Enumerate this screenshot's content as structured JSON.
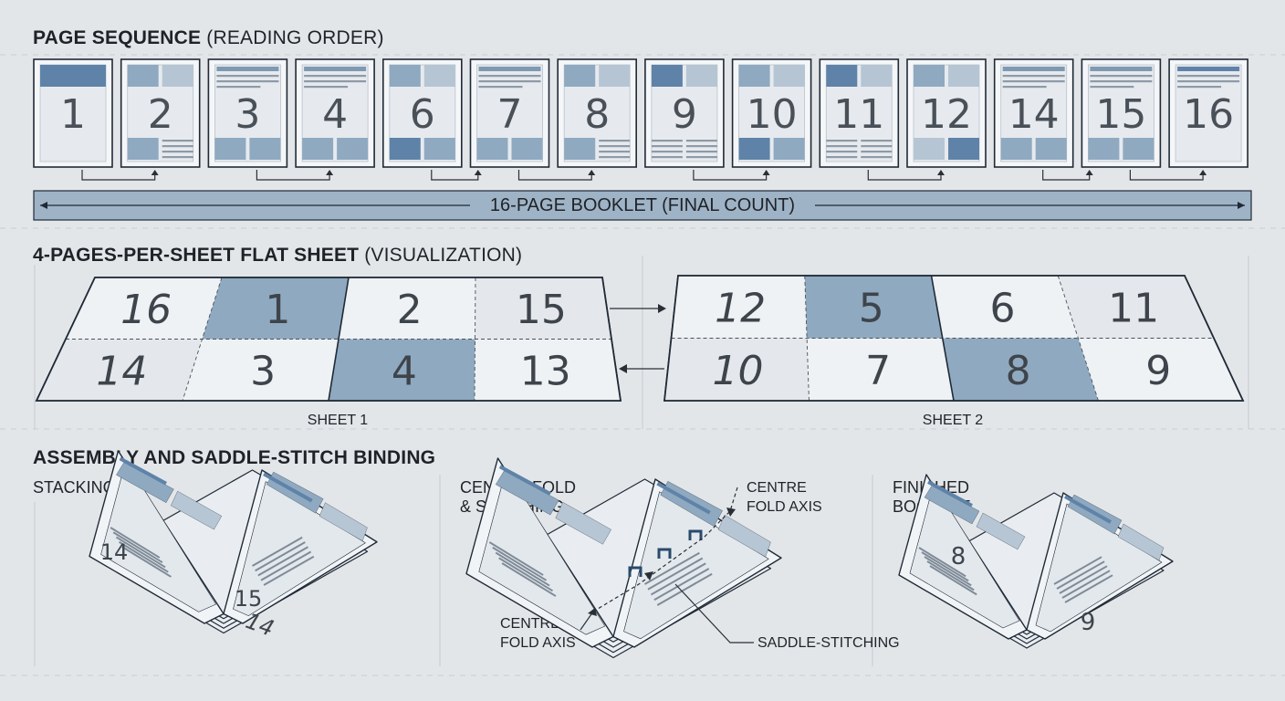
{
  "sequence": {
    "heading_bold": "PAGE SEQUENCE",
    "heading_light": "(READING ORDER)",
    "pages": [
      "1",
      "2",
      "3",
      "4",
      "6",
      "7",
      "8",
      "9",
      "10",
      "11",
      "12",
      "14",
      "15",
      "16"
    ],
    "booklet_label": "16-PAGE BOOKLET (FINAL COUNT)"
  },
  "flat_sheet": {
    "heading_bold": "4-PAGES-PER-SHEET FLAT SHEET",
    "heading_light": "(VISUALIZATION)",
    "sheet1": {
      "label": "SHEET 1",
      "top": [
        "16",
        "1",
        "2",
        "15"
      ],
      "bottom": [
        "14",
        "3",
        "4",
        "13"
      ],
      "highlighted": [
        "1",
        "4"
      ]
    },
    "sheet2": {
      "label": "SHEET 2",
      "top": [
        "12",
        "5",
        "6",
        "11"
      ],
      "bottom": [
        "10",
        "7",
        "8",
        "9"
      ],
      "highlighted": [
        "5",
        "8"
      ]
    }
  },
  "assembly": {
    "heading": "ASSEMBLY AND SADDLE-STITCH BINDING",
    "stacking": {
      "label": "STACKING",
      "page_numbers": [
        "14",
        "15",
        "14"
      ]
    },
    "fold": {
      "label": "CENTRE FOLD\n& STITCHING",
      "axis_label_top": "CENTRE\nFOLD AXIS",
      "axis_label_bottom": "CENTRE\nFOLD AXIS",
      "stitch_label": "SADDLE-STITCHING"
    },
    "finished": {
      "label": "FINISHED\nBOOKLET",
      "page_numbers": [
        "8",
        "9"
      ]
    }
  },
  "colors": {
    "accent": "#8fa9c0",
    "accent_dark": "#5f83a8",
    "page": "#eef2f5",
    "outline": "#1f2a36",
    "background": "#e3e6e9"
  }
}
